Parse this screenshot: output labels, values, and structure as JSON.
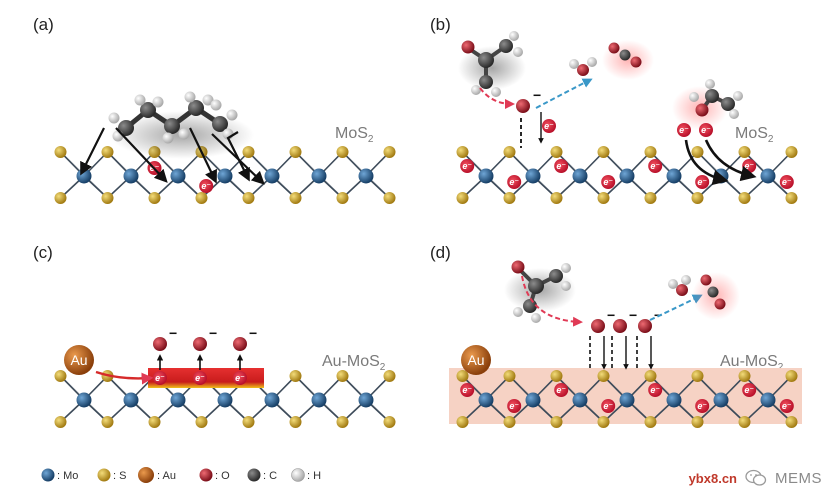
{
  "panels": [
    {
      "id": "a",
      "label": "(a)",
      "material": "MoS",
      "material_sub": "2"
    },
    {
      "id": "b",
      "label": "(b)",
      "material": "MoS",
      "material_sub": "2"
    },
    {
      "id": "c",
      "label": "(c)",
      "material": "Au-MoS",
      "material_sub": "2"
    },
    {
      "id": "d",
      "label": "(d)",
      "material": "Au-MoS",
      "material_sub": "2"
    }
  ],
  "au_label": "Au",
  "electron_label": "e⁻",
  "minus_sign": "−",
  "legend": [
    {
      "symbol_color": "#1e5a8c",
      "text": ": Mo"
    },
    {
      "symbol_color": "#c9a227",
      "text": ": S"
    },
    {
      "symbol_color": "#c2661a",
      "text": ": Au"
    },
    {
      "symbol_color": "#b01e2a",
      "text": ": O"
    },
    {
      "symbol_color": "#4a4a4a",
      "text": ": C"
    },
    {
      "symbol_color": "#e8e8e8",
      "text": ": H"
    }
  ],
  "colors": {
    "mo": "#1e5a8c",
    "s": "#c9a227",
    "au": "#c2661a",
    "o": "#b01e2a",
    "c": "#4a4a4a",
    "h": "#e8e8e8",
    "electron": "#d6203a",
    "flow_arrow": "#e03a55",
    "product_arrow": "#3a98c8",
    "au_layer": "#d62a2a",
    "au_band": "#f6d2c4"
  },
  "watermark": {
    "site": "ybx8.cn",
    "name": "MEMS",
    "icon": "wechat-icon"
  }
}
